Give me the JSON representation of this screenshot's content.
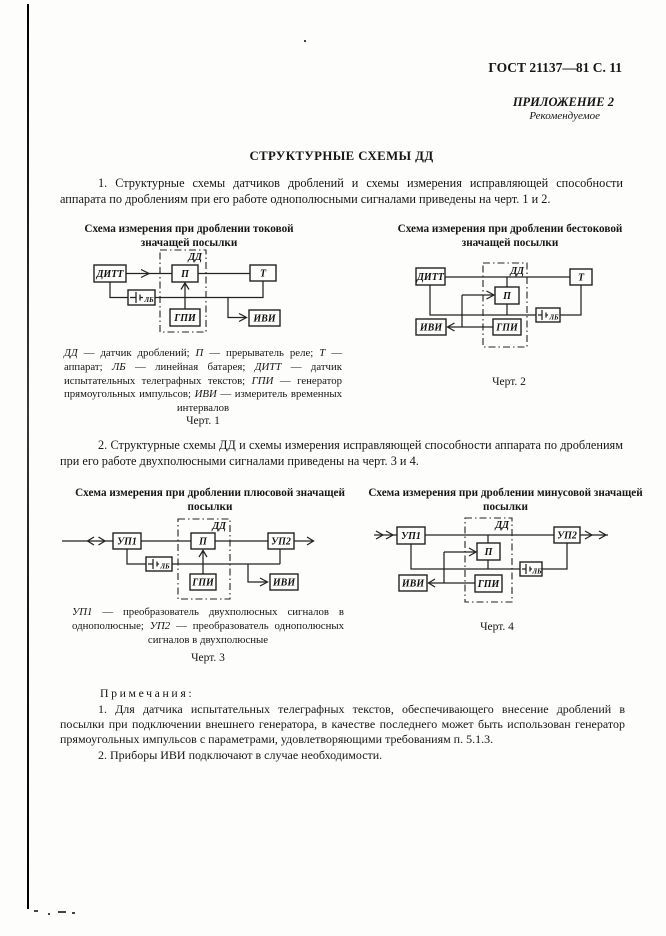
{
  "header": {
    "gost": "ГОСТ 21137—81 С. 11",
    "annex": "ПРИЛОЖЕНИЕ 2",
    "annex_sub": "Рекомендуемое"
  },
  "title": "СТРУКТУРНЫЕ СХЕМЫ ДД",
  "para1": "1. Структурные схемы датчиков дроблений и схемы измерения исправляющей способности аппарата по дроблениям при его работе однополюсными сигналами приведены на черт. 1 и 2.",
  "para2": "2. Структурные схемы ДД и схемы измерения исправляющей способности аппарата по дроблениям при его работе двухполюсными сигналами приведены на черт. 3 и 4.",
  "fig1": {
    "title": "Схема измерения при дроблении токовой значащей посылки",
    "caption": "Черт. 1",
    "labels": {
      "dd": "ДД",
      "ditt": "ДИТТ",
      "p": "П",
      "t": "Т",
      "lb": "ЛБ",
      "gpi": "ГПИ",
      "ivi": "ИВИ"
    }
  },
  "fig2": {
    "title": "Схема измерения при дроблении бестоковой значащей посылки",
    "caption": "Черт. 2",
    "labels": {
      "dd": "ДД",
      "ditt": "ДИТТ",
      "p": "П",
      "t": "Т",
      "lb": "ЛБ",
      "gpi": "ГПИ",
      "ivi": "ИВИ"
    }
  },
  "fig3": {
    "title": "Схема измерения при дроблении плюсовой значащей посылки",
    "caption": "Черт. 3",
    "labels": {
      "dd": "ДД",
      "up1": "УП1",
      "up2": "УП2",
      "p": "П",
      "lb": "ЛБ",
      "gpi": "ГПИ",
      "ivi": "ИВИ"
    }
  },
  "fig4": {
    "title": "Схема измерения при дроблении минусовой значащей посылки",
    "caption": "Черт. 4",
    "labels": {
      "dd": "ДД",
      "up1": "УП1",
      "up2": "УП2",
      "p": "П",
      "lb": "ЛБ",
      "gpi": "ГПИ",
      "ivi": "ИВИ"
    }
  },
  "legend1": {
    "segments": [
      {
        "a": "ДД",
        "d": " — датчик дроблений; "
      },
      {
        "a": "П",
        "d": " — прерыватель реле; "
      },
      {
        "a": "Т",
        "d": " — аппарат; "
      },
      {
        "a": "ЛБ",
        "d": " — линейная батарея; "
      },
      {
        "a": "ДИТТ",
        "d": " — датчик испытательных телеграфных текстов; "
      },
      {
        "a": "ГПИ",
        "d": " — генератор прямоугольных импульсов; "
      },
      {
        "a": "ИВИ",
        "d": " — измеритель временных интервалов"
      }
    ]
  },
  "legend2": {
    "segments": [
      {
        "a": "УП1",
        "d": " — преобразователь двухполюсных сигналов в однополюсные; "
      },
      {
        "a": "УП2",
        "d": " — преобразователь однополюсных сигналов в двухполюсные"
      }
    ]
  },
  "notes": {
    "heading": "Примечания:",
    "items": [
      "1. Для датчика испытательных телеграфных текстов, обеспечивающего внесение дроблений в посылки при подключении внешнего генератора, в качестве последнего может быть использован генератор прямоугольных импульсов с параметрами, удовлетворяющими требованиям п. 5.1.3.",
      "2. Приборы ИВИ подключают в случае необходимости."
    ]
  }
}
